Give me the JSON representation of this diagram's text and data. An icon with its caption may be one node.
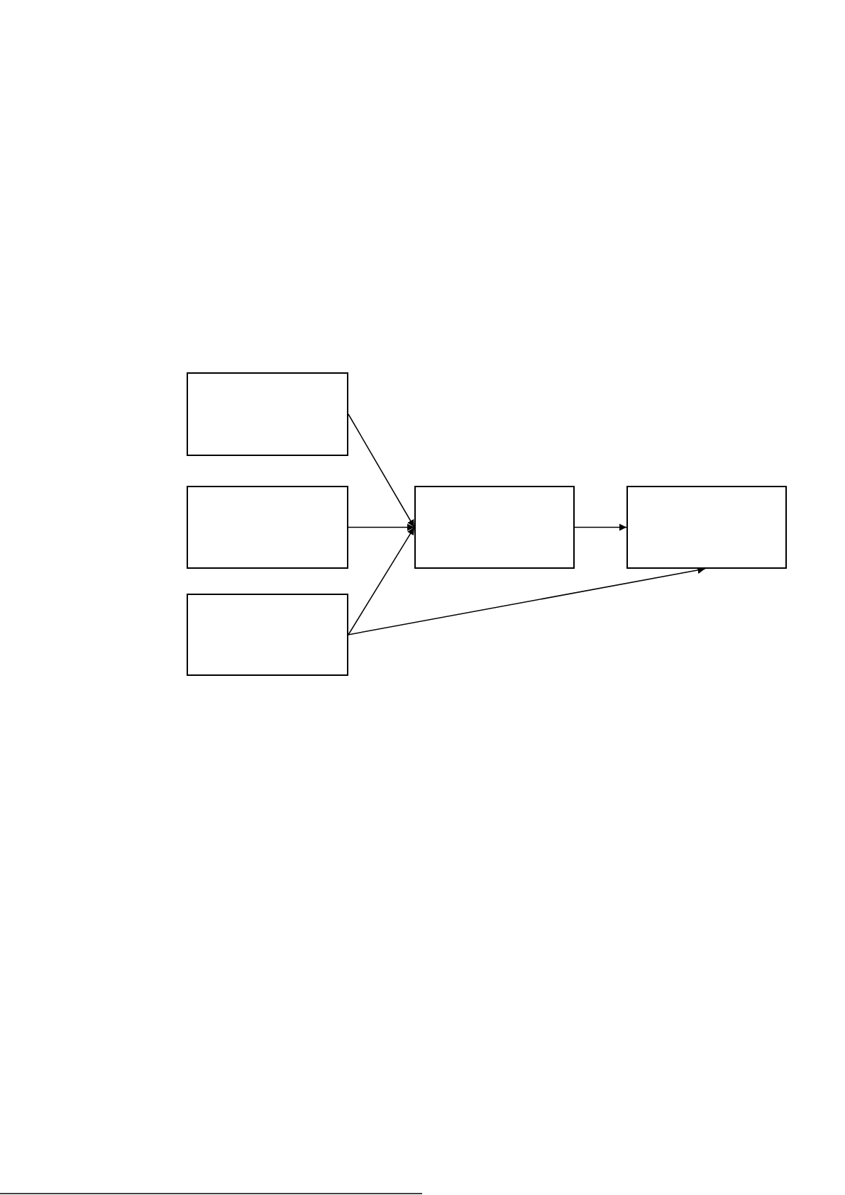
{
  "diagram": {
    "nodes": [
      {
        "text": [],
        "shape": "box"
      },
      {
        "text": [],
        "shape": "box"
      },
      {
        "text": [],
        "shape": "box"
      },
      {
        "text": [],
        "shape": "box"
      },
      {
        "text": [],
        "shape": "box"
      }
    ],
    "edges": [
      {
        "from": 0,
        "to": 3,
        "arrow": "to"
      },
      {
        "from": 1,
        "to": 3,
        "arrow": "to"
      },
      {
        "from": 2,
        "to": 3,
        "arrow": "to"
      },
      {
        "from": 3,
        "to": 4,
        "arrow": "to"
      },
      {
        "from": 2,
        "to": 4,
        "arrow": "to"
      }
    ]
  }
}
